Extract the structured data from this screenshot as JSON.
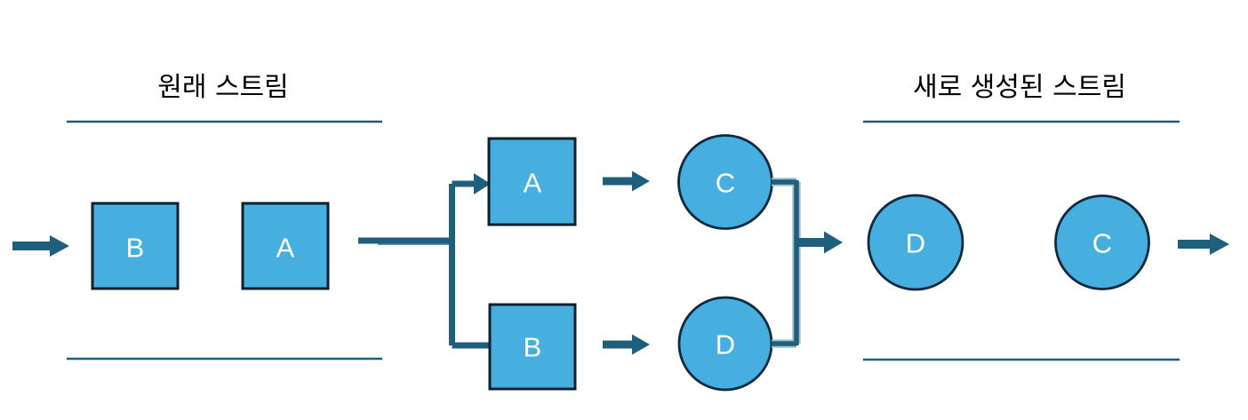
{
  "original_stream": {
    "title": "원래 스트림",
    "blocks": [
      {
        "shape": "square",
        "label": "B"
      },
      {
        "shape": "square",
        "label": "A"
      }
    ]
  },
  "split": {
    "squares": [
      {
        "shape": "square",
        "label": "A"
      },
      {
        "shape": "square",
        "label": "B"
      }
    ],
    "circles": [
      {
        "shape": "circle",
        "label": "C"
      },
      {
        "shape": "circle",
        "label": "D"
      }
    ]
  },
  "new_stream": {
    "title": "새로 생성된 스트림",
    "circles": [
      {
        "shape": "circle",
        "label": "D"
      },
      {
        "shape": "circle",
        "label": "C"
      }
    ]
  },
  "colors": {
    "shape_fill": "#46AFDF",
    "square_border": "#0C2130",
    "circle_border": "#0E2A40",
    "connector": "#1F5F7E",
    "underline": "#1A5F82",
    "label_text": "#FFFFFF",
    "title_text": "#000000"
  }
}
